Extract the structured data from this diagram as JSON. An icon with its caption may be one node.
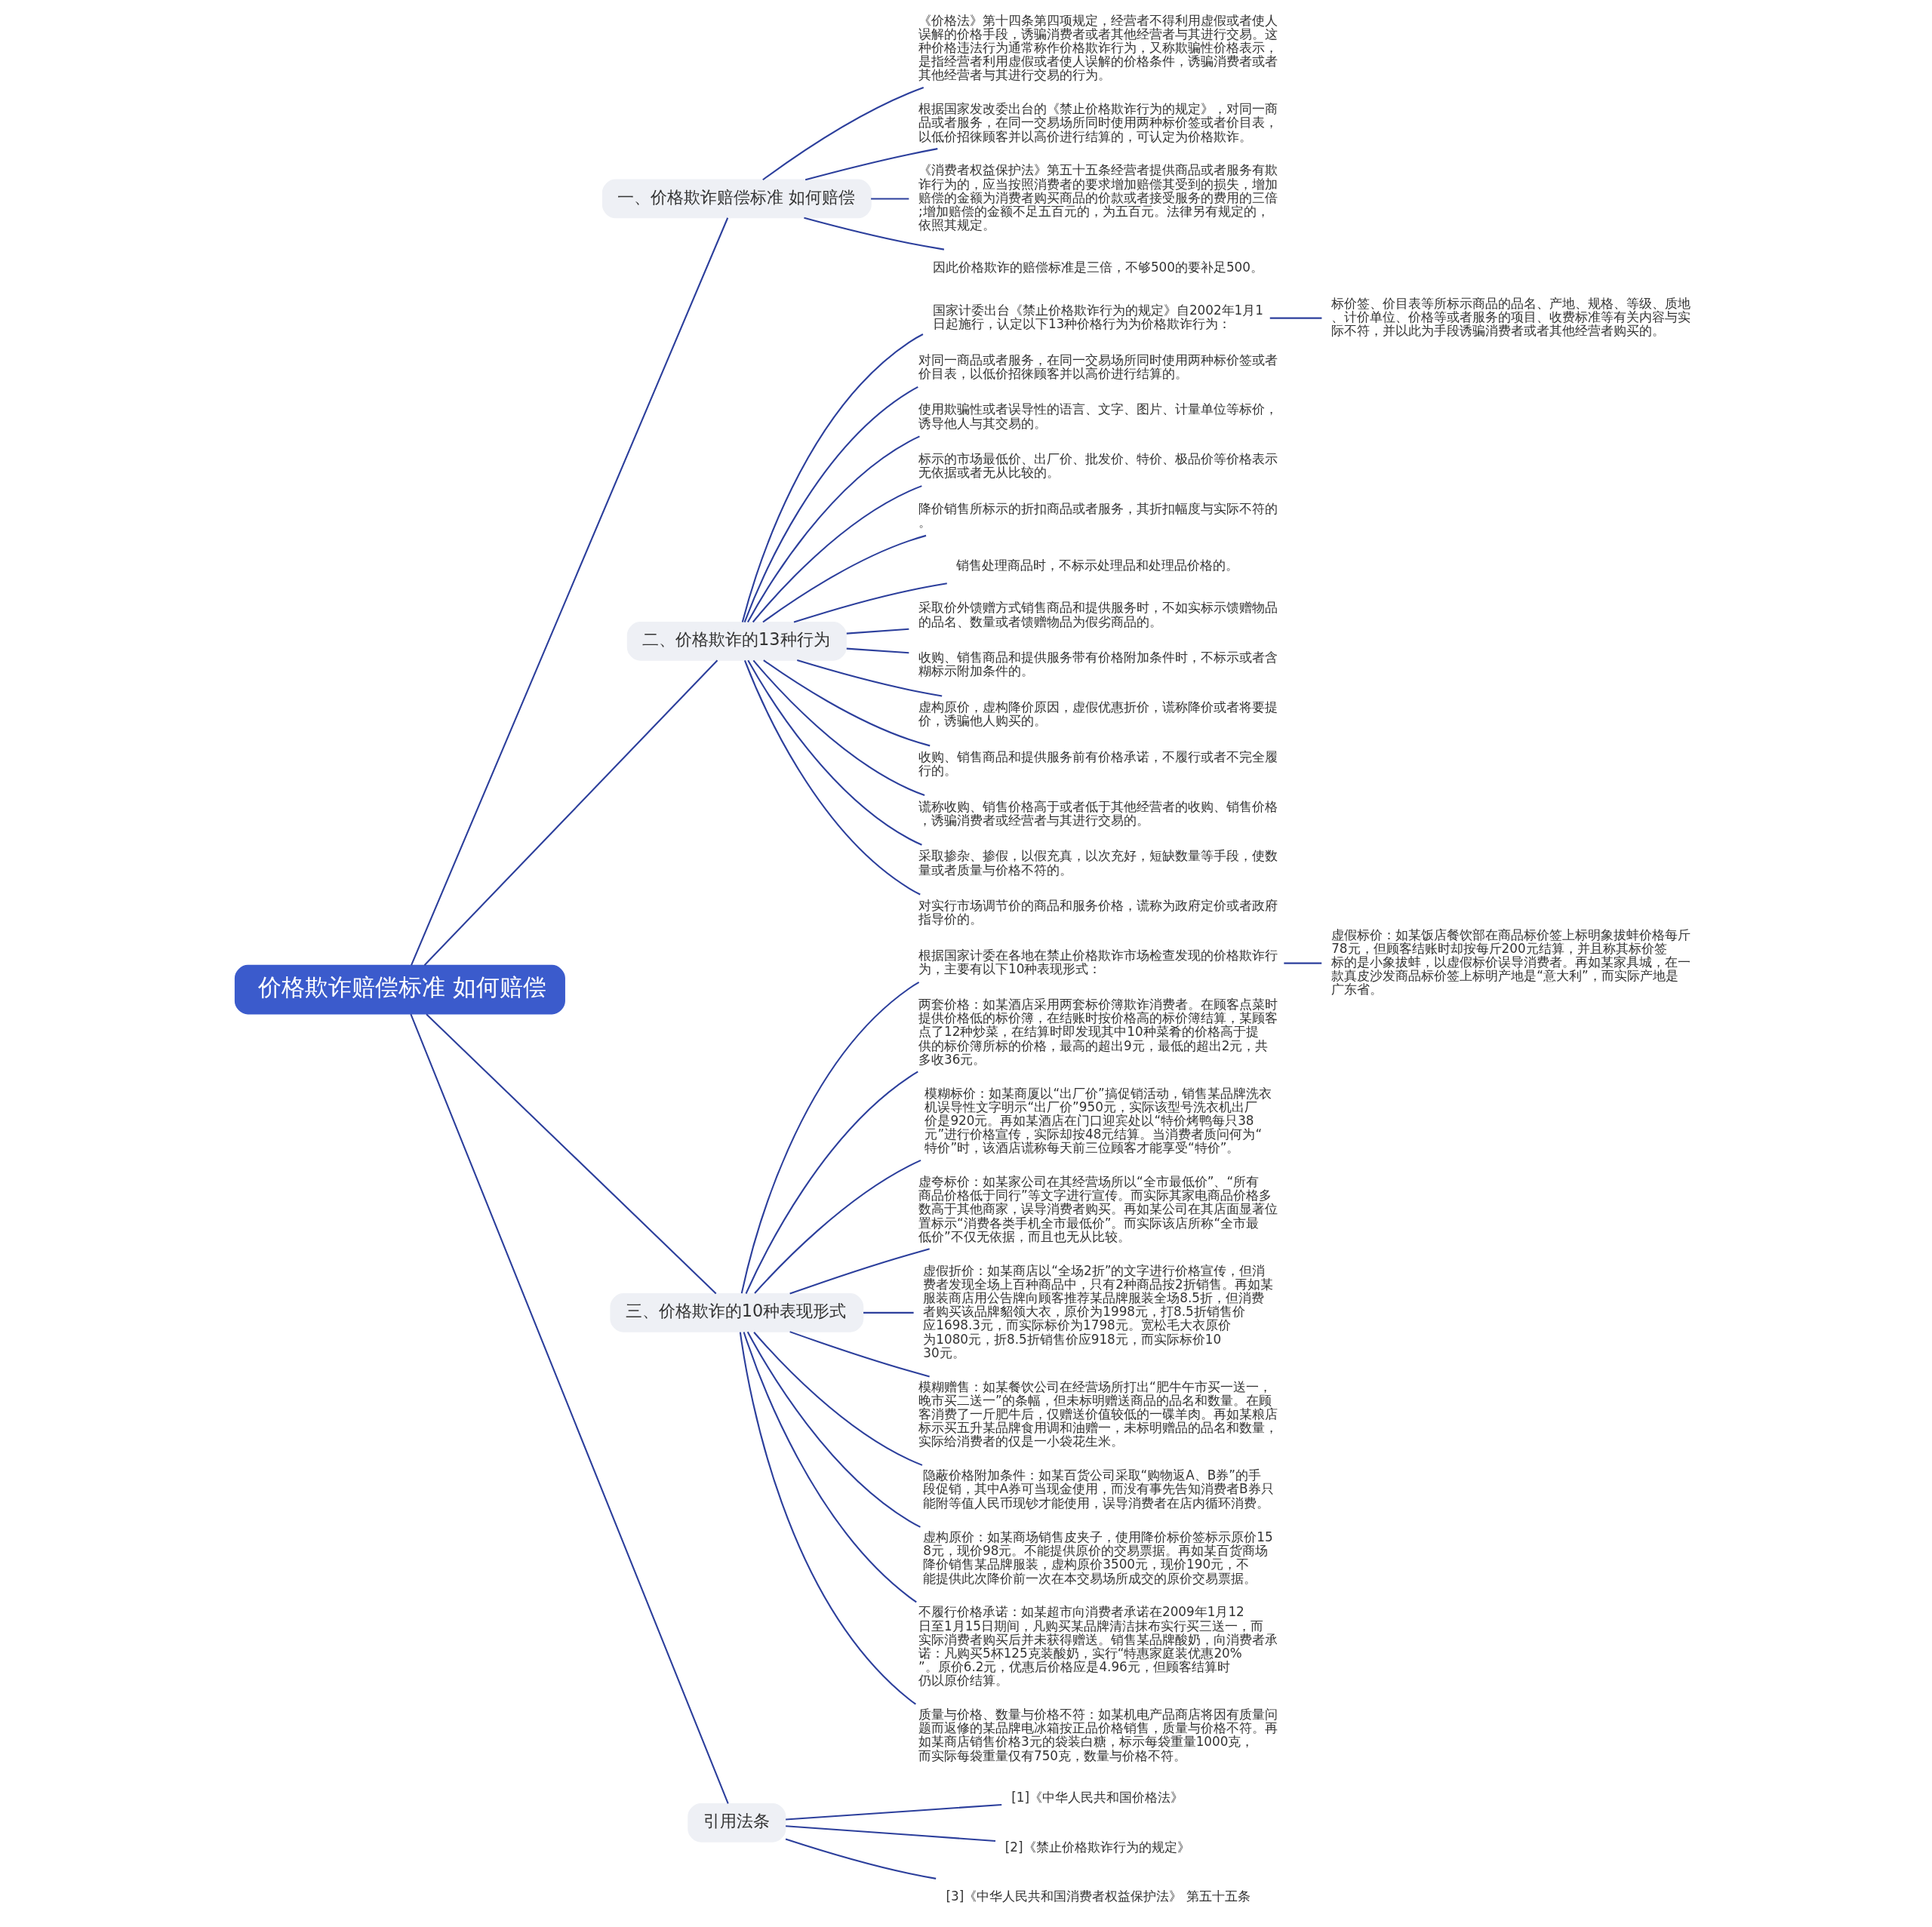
{
  "diagram": {
    "nodes": [
      {
        "text": [
          "价格欺诈赔偿标准 如何赔偿"
        ]
      },
      {
        "text": [
          "一、价格欺诈赔偿标准 如何赔偿"
        ]
      },
      {
        "text": [
          "《价格法》第十四条第四项规定，经营者不得利用虚假或者使人误解的价格手段，诱骗消费者或者其他经营者与其进行交易。这种价格违法行为通常称作价格欺诈行为，又称欺骗性价格表示，是指经营者利用虚假或者使人误解的价格条件，诱骗消费者或者其他经营者与其进行交易的行为。"
        ]
      },
      {
        "text": [
          "根据国家发改委出台的《禁止价格欺诈行为的规定》，对同一商品或者服务，在同一交易场所同时使用两种标价签或者价目表，以低价招徕顾客并以高价进行结算的，可认定为价格欺诈。"
        ]
      },
      {
        "text": [
          "《消费者权益保护法》第五十五条经营者提供商品或者服务有欺诈行为的，应当按照消费者的要求增加赔偿其受到的损失，增加赔偿的金额为消费者购买商品的价款或者接受服务的费用的三倍;增加赔偿的金额不足五百元的，为五百元。法律另有规定的，依照其规定。"
        ]
      },
      {
        "text": [
          "因此价格欺诈的赔偿标准是三倍，不够500的要补足500。"
        ]
      },
      {
        "text": [
          "二、价格欺诈的13种行为"
        ]
      },
      {
        "text": [
          "国家计委出台《禁止价格欺诈行为的规定》自2002年1月1日起施行，认定以下13种价格行为为价格欺诈行为："
        ]
      },
      {
        "text": [
          "标价签、价目表等所标示商品的品名、产地、规格、等级、质地、计价单位、价格等或者服务的项目、收费标准等有关内容与实际不符，并以此为手段诱骗消费者或者其他经营者购买的。"
        ]
      },
      {
        "text": [
          "对同一商品或者服务，在同一交易场所同时使用两种标价签或者价目表，以低价招徕顾客并以高价进行结算的。"
        ]
      },
      {
        "text": [
          "使用欺骗性或者误导性的语言、文字、图片、计量单位等标价，诱导他人与其交易的。"
        ]
      },
      {
        "text": [
          "标示的市场最低价、出厂价、批发价、特价、极品价等价格表示无依据或者无从比较的。"
        ]
      },
      {
        "text": [
          "降价销售所标示的折扣商品或者服务，其折扣幅度与实际不符的。"
        ]
      },
      {
        "text": [
          "销售处理商品时，不标示处理品和处理品价格的。"
        ]
      },
      {
        "text": [
          "采取价外馈赠方式销售商品和提供服务时，不如实标示馈赠物品的品名、数量或者馈赠物品为假劣商品的。"
        ]
      },
      {
        "text": [
          "收购、销售商品和提供服务带有价格附加条件时，不标示或者含糊标示附加条件的。"
        ]
      },
      {
        "text": [
          "虚构原价，虚构降价原因，虚假优惠折价，谎称降价或者将要提价，诱骗他人购买的。"
        ]
      },
      {
        "text": [
          "收购、销售商品和提供服务前有价格承诺，不履行或者不完全履行的。"
        ]
      },
      {
        "text": [
          "谎称收购、销售价格高于或者低于其他经营者的收购、销售价格，诱骗消费者或经营者与其进行交易的。"
        ]
      },
      {
        "text": [
          "采取掺杂、掺假，以假充真，以次充好，短缺数量等手段，使数量或者质量与价格不符的。"
        ]
      },
      {
        "text": [
          "对实行市场调节价的商品和服务价格，谎称为政府定价或者政府指导价的。"
        ]
      },
      {
        "text": [
          "三、价格欺诈的10种表现形式"
        ]
      },
      {
        "text": [
          "根据国家计委在各地在禁止价格欺诈市场检查发现的价格欺诈行为，主要有以下10种表现形式："
        ]
      },
      {
        "text": [
          "虚假标价：如某饭店餐饮部在商品标价签上标明象拔蚌价格每斤78元，但顾客结账时却按每斤200元结算，并且称其标价签标的是小象拔蚌，以虚假标价误导消费者。再如某家具城，在一款真皮沙发商品标价签上标明产地是“意大利”，而实际产地是广东省。"
        ]
      },
      {
        "text": [
          "两套价格：如某酒店采用两套标价簿欺诈消费者。在顾客点菜时提供价格低的标价簿，在结账时按价格高的标价簿结算，某顾客点了12种炒菜，在结算时即发现其中10种菜肴的价格高于提供的标价簿所标的价格，最高的超出9元，最低的超出2元，共多收36元。"
        ]
      },
      {
        "text": [
          "模糊标价：如某商厦以“出厂价”搞促销活动，销售某品牌洗衣机误导性文字明示“出厂价”950元，实际该型号洗衣机出厂价是920元。再如某酒店在门口迎宾处以“特价烤鸭每只38元”进行价格宣传，实际却按48元结算。当消费者质问何为“特价”时，该酒店谎称每天前三位顾客才能享受“特价”。"
        ]
      },
      {
        "text": [
          "虚夸标价：如某家公司在其经营场所以“全市最低价”、“所有商品价格低于同行”等文字进行宣传。而实际其家电商品价格多数高于其他商家，误导消费者购买。再如某公司在其店面显著位置标示“消费各类手机全市最低价”。而实际该店所称“全市最低价”不仅无依据，而且也无从比较。"
        ]
      },
      {
        "text": [
          "虚假折价：如某商店以“全场2折”的文字进行价格宣传，但消费者发现全场上百种商品中，只有2种商品按2折销售。再如某服装商店用公告牌向顾客推荐某品牌服装全场8.5折，但消费者购买该品牌貂领大衣，原价为1998元，打8.5折销售价应1698.3元，而实际标价为1798元。宽松毛大衣原价为1080元，折8.5折销售价应918元，而实际标价1030元。"
        ]
      },
      {
        "text": [
          "模糊赠售：如某餐饮公司在经营场所打出“肥牛午市买一送一，晚市买二送一”的条幅，但未标明赠送商品的品名和数量。在顾客消费了一斤肥牛后，仅赠送价值较低的一碟羊肉。再如某粮店标示买五升某品牌食用调和油赠一，未标明赠品的品名和数量，实际给消费者的仅是一小袋花生米。"
        ]
      },
      {
        "text": [
          "隐蔽价格附加条件：如某百货公司采取“购物返A、B券”的手段促销，其中A券可当现金使用，而没有事先告知消费者B券只能附等值人民币现钞才能使用，误导消费者在店内循环消费。"
        ]
      },
      {
        "text": [
          "虚构原价：如某商场销售皮夹子，使用降价标价签标示原价158元，现价98元。不能提供原价的交易票据。再如某百货商场降价销售某品牌服装，虚构原价3500元，现价190元，不能提供此次降价前一次在本交易场所成交的原价交易票据。"
        ]
      },
      {
        "text": [
          "不履行价格承诺：如某超市向消费者承诺在2009年1月12日至1月15日期间，凡购买某品牌清洁抹布实行买三送一，而实际消费者购买后并未获得赠送。销售某品牌酸奶，向消费者承诺：凡购买5杯125克装酸奶，实行“特惠家庭装优惠20%”。原价6.2元，优惠后价格应是4.96元，但顾客结算时仍以原价结算。"
        ]
      },
      {
        "text": [
          "质量与价格、数量与价格不符：如某机电产品商店将因有质量问题而返修的某品牌电冰箱按正品价格销售，质量与价格不符。再如某商店销售价格3元的袋装白糖，标示每袋重量1000克，而实际每袋重量仅有750克，数量与价格不符。"
        ]
      },
      {
        "text": [
          "引用法条"
        ]
      },
      {
        "text": [
          "[1]《中华人民共和国价格法》"
        ]
      },
      {
        "text": [
          "[2]《禁止价格欺诈行为的规定》"
        ]
      },
      {
        "text": [
          "[3]《中华人民共和国消费者权益保护法》 第五十五条"
        ]
      }
    ],
    "edges": [
      {
        "from": 0,
        "to": 1,
        "arrow": "none"
      },
      {
        "from": 1,
        "to": 2,
        "arrow": "none"
      },
      {
        "from": 1,
        "to": 3,
        "arrow": "none"
      },
      {
        "from": 1,
        "to": 4,
        "arrow": "none"
      },
      {
        "from": 1,
        "to": 5,
        "arrow": "none"
      },
      {
        "from": 0,
        "to": 6,
        "arrow": "none"
      },
      {
        "from": 6,
        "to": 7,
        "arrow": "none"
      },
      {
        "from": 7,
        "to": 8,
        "arrow": "none"
      },
      {
        "from": 6,
        "to": 9,
        "arrow": "none"
      },
      {
        "from": 6,
        "to": 10,
        "arrow": "none"
      },
      {
        "from": 6,
        "to": 11,
        "arrow": "none"
      },
      {
        "from": 6,
        "to": 12,
        "arrow": "none"
      },
      {
        "from": 6,
        "to": 13,
        "arrow": "none"
      },
      {
        "from": 6,
        "to": 14,
        "arrow": "none"
      },
      {
        "from": 6,
        "to": 15,
        "arrow": "none"
      },
      {
        "from": 6,
        "to": 16,
        "arrow": "none"
      },
      {
        "from": 6,
        "to": 17,
        "arrow": "none"
      },
      {
        "from": 6,
        "to": 18,
        "arrow": "none"
      },
      {
        "from": 6,
        "to": 19,
        "arrow": "none"
      },
      {
        "from": 6,
        "to": 20,
        "arrow": "none"
      },
      {
        "from": 0,
        "to": 21,
        "arrow": "none"
      },
      {
        "from": 21,
        "to": 22,
        "arrow": "none"
      },
      {
        "from": 22,
        "to": 23,
        "arrow": "none"
      },
      {
        "from": 21,
        "to": 24,
        "arrow": "none"
      },
      {
        "from": 21,
        "to": 25,
        "arrow": "none"
      },
      {
        "from": 21,
        "to": 26,
        "arrow": "none"
      },
      {
        "from": 21,
        "to": 27,
        "arrow": "none"
      },
      {
        "from": 21,
        "to": 28,
        "arrow": "none"
      },
      {
        "from": 21,
        "to": 29,
        "arrow": "none"
      },
      {
        "from": 21,
        "to": 30,
        "arrow": "none"
      },
      {
        "from": 21,
        "to": 31,
        "arrow": "none"
      },
      {
        "from": 21,
        "to": 32,
        "arrow": "none"
      },
      {
        "from": 0,
        "to": 33,
        "arrow": "none"
      },
      {
        "from": 33,
        "to": 34,
        "arrow": "none"
      },
      {
        "from": 33,
        "to": 35,
        "arrow": "none"
      },
      {
        "from": 33,
        "to": 36,
        "arrow": "none"
      }
    ]
  }
}
